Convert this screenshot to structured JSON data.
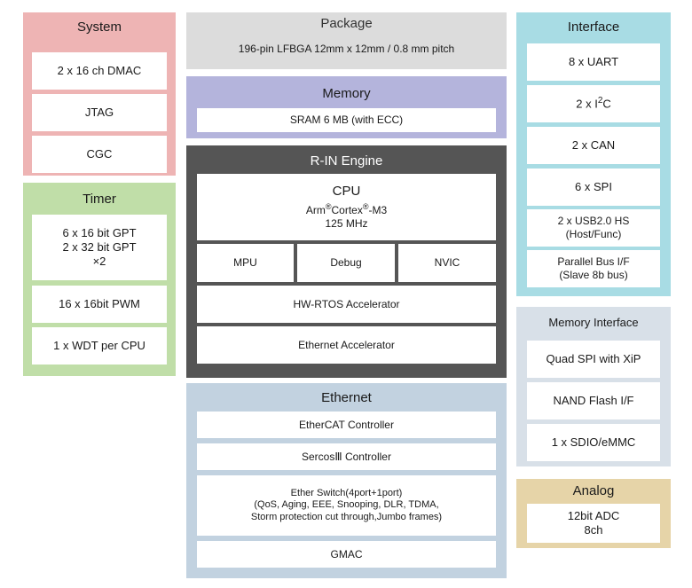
{
  "system": {
    "title": "System",
    "items": [
      "2 x 16 ch DMAC",
      "JTAG",
      "CGC"
    ]
  },
  "timer": {
    "title": "Timer",
    "gpt_line1": "6 x 16 bit GPT",
    "gpt_line2": "2 x 32 bit GPT",
    "gpt_line3": "×2",
    "pwm": "16 x 16bit PWM",
    "wdt": "1 x WDT per CPU"
  },
  "package": {
    "title": "Package",
    "spec": "196-pin LFBGA  12mm x 12mm / 0.8 mm pitch"
  },
  "memory": {
    "title": "Memory",
    "sram": "SRAM 6 MB (with ECC)"
  },
  "rin": {
    "title": "R-IN Engine",
    "cpu": {
      "title": "CPU",
      "arm": "Arm",
      "cortex": "Cortex",
      "m3": "-M3",
      "reg": "®",
      "freq": "125 MHz"
    },
    "mpu": "MPU",
    "debug": "Debug",
    "nvic": "NVIC",
    "rtos": "HW-RTOS Accelerator",
    "eth_acc": "Ethernet Accelerator"
  },
  "ethernet": {
    "title": "Ethernet",
    "ethercat": "EtherCAT Controller",
    "sercos": "SercosⅢ Controller",
    "switch_line1": "Ether Switch(4port+1port)",
    "switch_line2": "(QoS, Aging, EEE, Snooping, DLR, TDMA,",
    "switch_line3": "Storm protection cut through,Jumbo frames)",
    "gmac": "GMAC"
  },
  "interface": {
    "title": "Interface",
    "uart": "8 x UART",
    "i2c_prefix": "2 x I",
    "i2c_sup": "2",
    "i2c_suffix": "C",
    "can": "2 x CAN",
    "spi": "6 x SPI",
    "usb_line1": "2 x USB2.0 HS",
    "usb_line2": "(Host/Func)",
    "pbus_line1": "Parallel Bus I/F",
    "pbus_line2": "(Slave 8b bus)"
  },
  "memif": {
    "title": "Memory Interface",
    "items": [
      "Quad SPI with XiP",
      "NAND Flash I/F",
      "1 x SDIO/eMMC"
    ]
  },
  "analog": {
    "title": "Analog",
    "adc_line1": "12bit ADC",
    "adc_line2": "8ch"
  },
  "colors": {
    "system": "#eeb4b4",
    "timer": "#c0dea8",
    "package": "#dcdcdc",
    "memory": "#b4b4dc",
    "rin": "#555555",
    "ethernet": "#c2d2e0",
    "interface": "#a8dce4",
    "memif": "#d8e0e8",
    "analog": "#e6d4a8"
  }
}
